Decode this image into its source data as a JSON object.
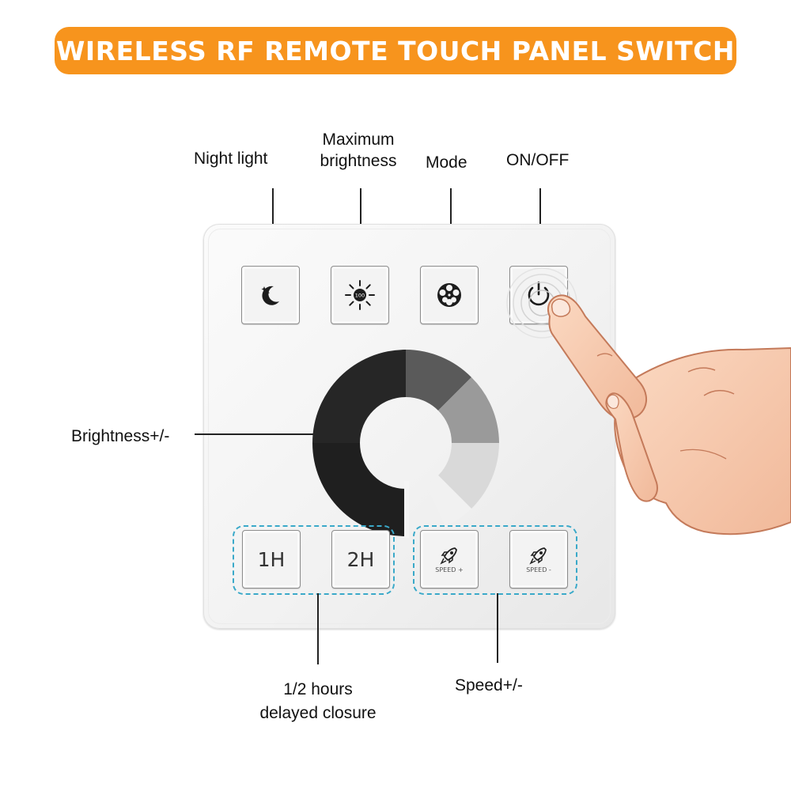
{
  "header": {
    "title": "WIRELESS RF REMOTE TOUCH PANEL SWITCH"
  },
  "labels": {
    "night_light": "Night light",
    "max_brightness_line1": "Maximum",
    "max_brightness_line2": "brightness",
    "mode": "Mode",
    "on_off": "ON/OFF",
    "brightness": "Brightness+/-",
    "delay_line1": "1/2 hours",
    "delay_line2": "delayed closure",
    "speed": "Speed+/-"
  },
  "panel": {
    "top_buttons": [
      {
        "icon": "moon-stars-icon"
      },
      {
        "icon": "sun-icon",
        "inner_text": "100"
      },
      {
        "icon": "film-reel-icon"
      },
      {
        "icon": "power-icon"
      }
    ],
    "timer_buttons": [
      "1H",
      "2H"
    ],
    "speed_buttons": [
      "SPEED +",
      "SPEED -"
    ]
  },
  "colors": {
    "banner": "#f7941d",
    "dashed_group": "#3aa9c9",
    "dial_dark": "#1f1f1f"
  }
}
